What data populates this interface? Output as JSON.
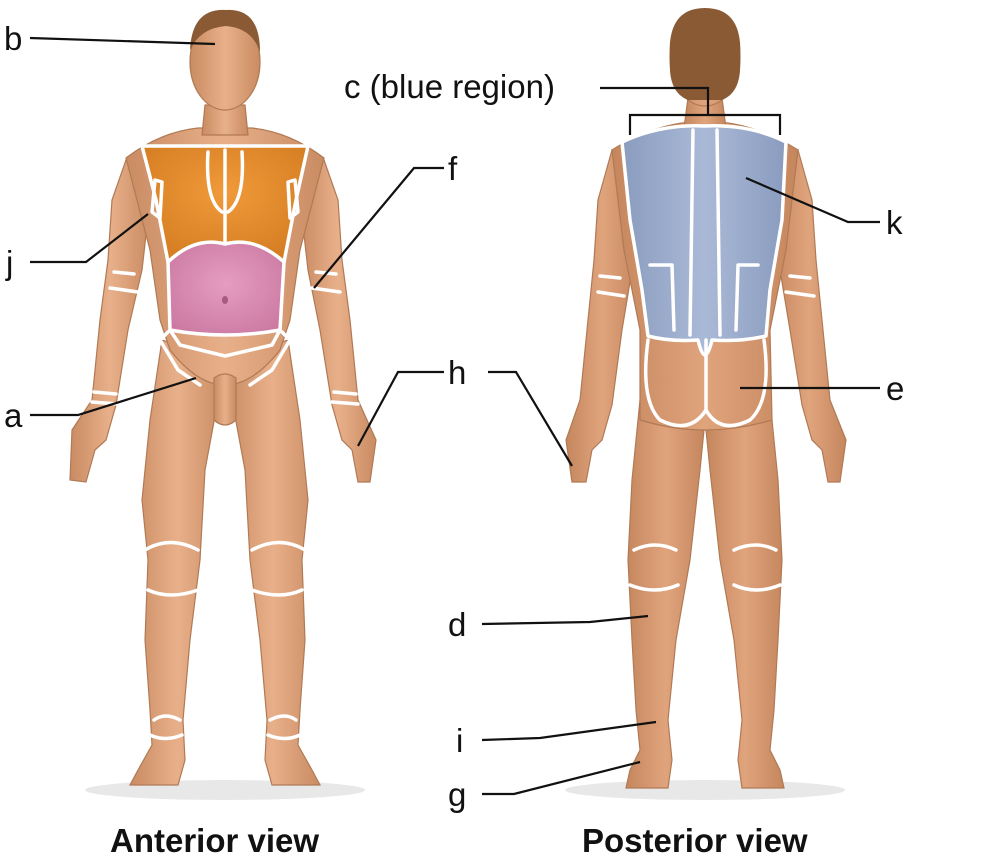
{
  "figure": {
    "views": {
      "anterior": "Anterior view",
      "posterior": "Posterior view"
    },
    "labels": {
      "a": "a",
      "b": "b",
      "c": "c (blue region)",
      "d": "d",
      "e": "e",
      "f": "f",
      "g": "g",
      "h": "h",
      "i": "i",
      "j": "j",
      "k": "k"
    },
    "colors": {
      "skin": "#e3a47a",
      "thorax_region": "#e38a2c",
      "abdomen_region": "#d98ab1",
      "back_region": "#9aabcb",
      "region_outline": "#ffffff"
    }
  }
}
